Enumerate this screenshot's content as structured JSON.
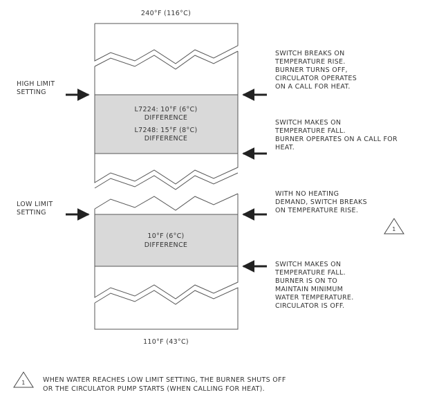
{
  "diagram": {
    "top_temp": "240°F (116°C)",
    "bottom_temp": "110°F (43°C)",
    "high_limit_label": [
      "HIGH LIMIT",
      "SETTING"
    ],
    "low_limit_label": [
      "LOW LIMIT",
      "SETTING"
    ],
    "high_band_text": [
      "L7224: 10°F (6°C)",
      "DIFFERENCE",
      "L7248: 15°F (8°C)",
      "DIFFERENCE"
    ],
    "low_band_text": [
      "10°F (6°C)",
      "DIFFERENCE"
    ],
    "note_1": [
      "SWITCH BREAKS ON",
      "TEMPERATURE RISE.",
      "BURNER TURNS OFF,",
      "CIRCULATOR OPERATES",
      "ON A CALL FOR HEAT."
    ],
    "note_2": [
      "SWITCH MAKES ON",
      "TEMPERATURE FALL.",
      "BURNER OPERATES ON A CALL FOR",
      "HEAT."
    ],
    "note_3": [
      "WITH NO HEATING",
      "DEMAND, SWITCH BREAKS",
      "ON TEMPERATURE RISE."
    ],
    "note_4": [
      "SWITCH MAKES ON",
      "TEMPERATURE FALL.",
      "BURNER IS ON TO",
      "MAINTAIN MINIMUM",
      "WATER TEMPERATURE.",
      "CIRCULATOR IS OFF."
    ],
    "warning_symbol_number": "1",
    "footnote_number": "1",
    "footnote": [
      "WHEN WATER REACHES LOW LIMIT SETTING, THE BURNER SHUTS OFF",
      "OR THE CIRCULATOR PUMP STARTS (WHEN CALLING FOR HEAT)."
    ],
    "colors": {
      "band_fill": "#d9d9d9",
      "line": "#555555",
      "text": "#333333"
    }
  }
}
